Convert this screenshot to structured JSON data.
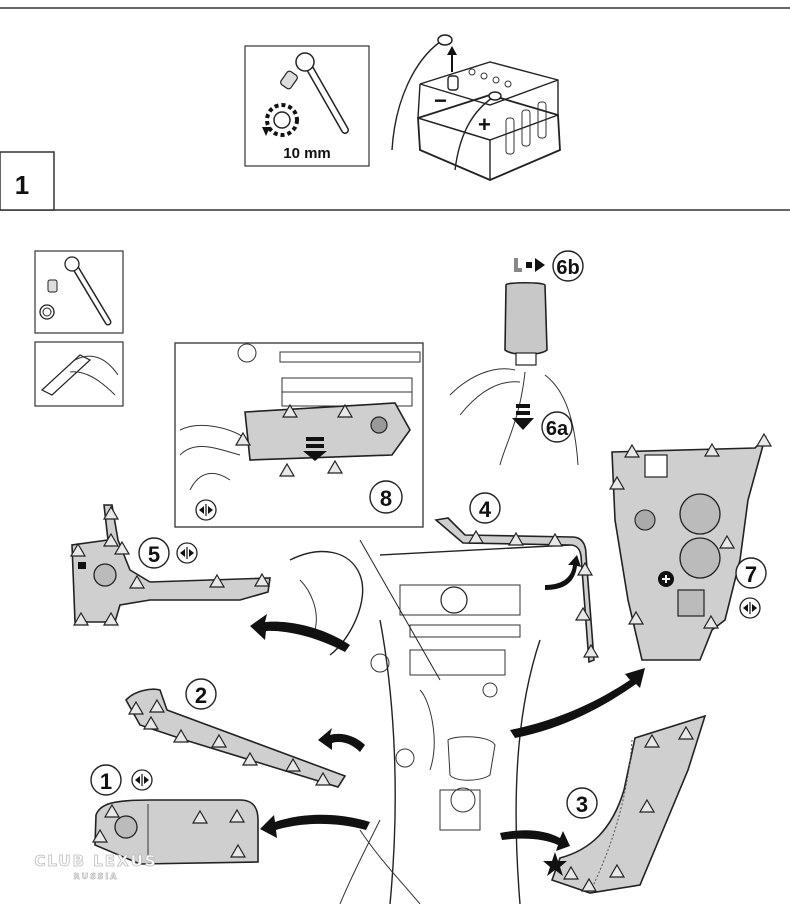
{
  "step": {
    "number": "1",
    "tool_size_label": "10 mm"
  },
  "battery": {
    "negative_symbol": "−",
    "positive_symbol": "+"
  },
  "callouts": {
    "c1": "1",
    "c2": "2",
    "c3": "3",
    "c4": "4",
    "c5": "5",
    "c6a": "6a",
    "c6b": "6b",
    "c7": "7",
    "c8": "8"
  },
  "icons": {
    "clip_release": "clip-release-icon",
    "tool_ratchet": "ratchet-wrench-icon",
    "tool_pry": "trim-removal-tool-icon",
    "battery": "battery-icon",
    "connector_plus": "connector-plus-icon",
    "star_marker": "star-icon",
    "clip_marker": "clip-triangle-icon"
  },
  "colors": {
    "part_fill": "#cfcfcf",
    "line": "#222222",
    "background": "#ffffff"
  },
  "watermark": {
    "line1": "CLUB LEXUS",
    "line2": "RUSSIA"
  }
}
